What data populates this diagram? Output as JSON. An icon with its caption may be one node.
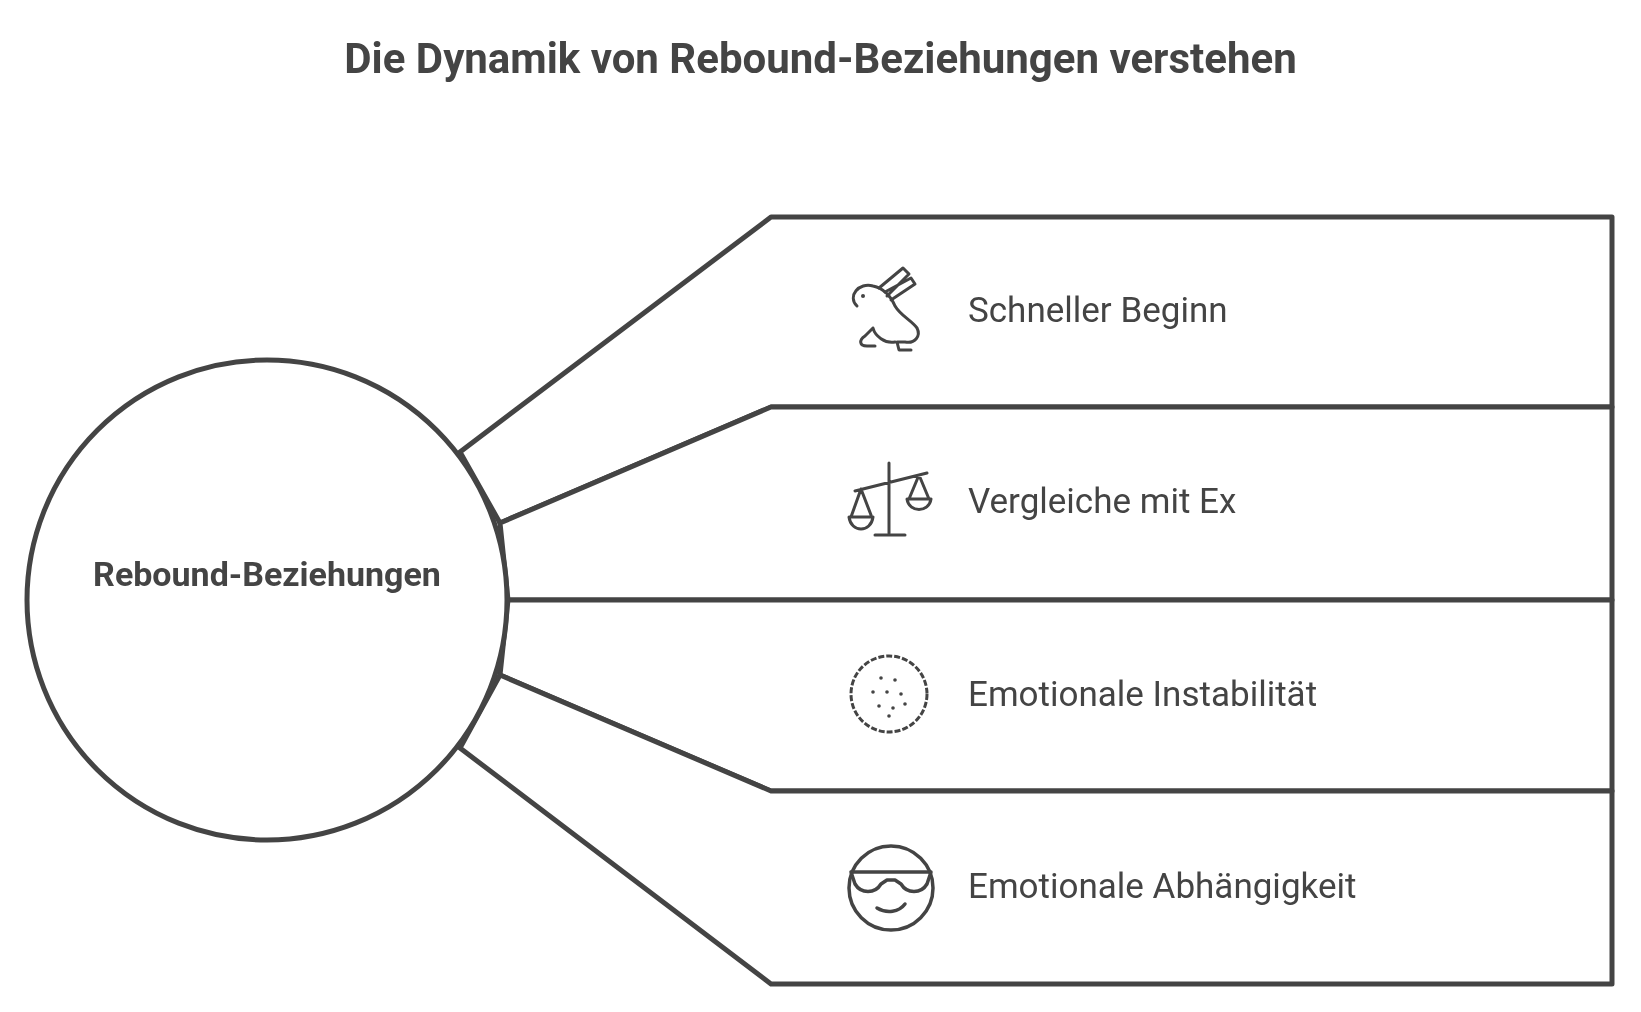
{
  "diagram": {
    "title": "Die Dynamik von Rebound-Beziehungen verstehen",
    "nodes": [
      {
        "text": [
          "Rebound-Beziehungen"
        ]
      },
      {
        "text": [
          "Schneller Beginn"
        ]
      },
      {
        "text": [
          "Vergleiche mit Ex"
        ]
      },
      {
        "text": [
          "Emotionale Instabilität"
        ]
      },
      {
        "text": [
          "Emotionale Abhängigkeit"
        ]
      }
    ],
    "edges": []
  }
}
